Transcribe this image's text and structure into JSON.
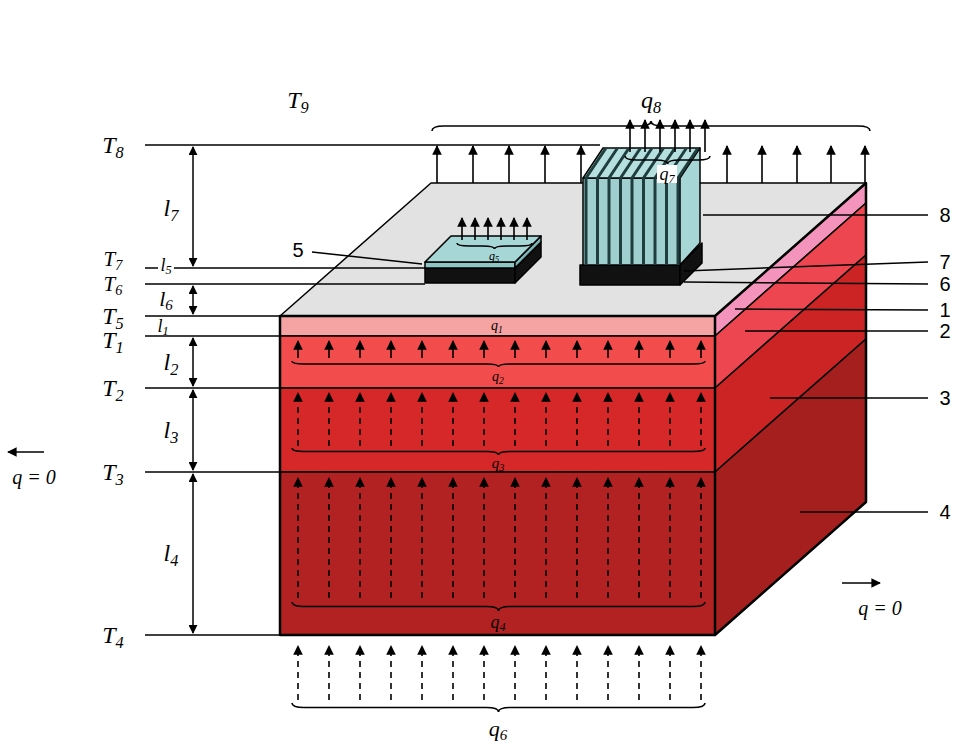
{
  "diagram": {
    "labels": [
      "T9",
      "T8",
      "T7",
      "T6",
      "T5",
      "T1",
      "T2",
      "T3",
      "T4",
      "l7",
      "l5",
      "l6",
      "l1",
      "l2",
      "l3",
      "l4",
      "q8",
      "q7",
      "q5",
      "q1",
      "q2",
      "q3",
      "q4",
      "q6",
      "q = 0",
      "q = 0",
      "5",
      "8",
      "7",
      "6",
      "1",
      "2",
      "3",
      "4"
    ]
  }
}
